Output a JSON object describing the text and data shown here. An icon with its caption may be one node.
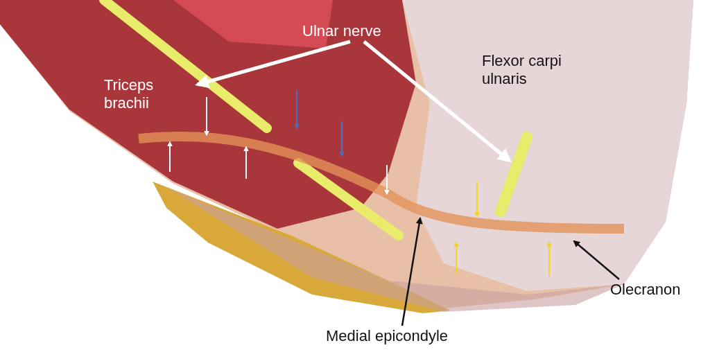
{
  "diagram": {
    "nodes": [
      {
        "text": [
          "Ulnar nerve"
        ]
      },
      {
        "text": [
          "Triceps brachii"
        ]
      },
      {
        "text": [
          "Flexor carpi ulnaris"
        ]
      },
      {
        "text": [
          "Medial epicondyle"
        ]
      },
      {
        "text": [
          "Olecranon"
        ]
      }
    ],
    "edges": [
      {
        "from": 0,
        "to": null,
        "arrow": "to",
        "style": "thick",
        "color": "#ffffff"
      },
      {
        "from": 0,
        "to": null,
        "arrow": "to",
        "style": "thick",
        "color": "#ffffff"
      },
      {
        "from": 3,
        "to": null,
        "arrow": "to",
        "color": "#111111"
      },
      {
        "from": 4,
        "to": null,
        "arrow": "to",
        "color": "#111111"
      }
    ]
  }
}
